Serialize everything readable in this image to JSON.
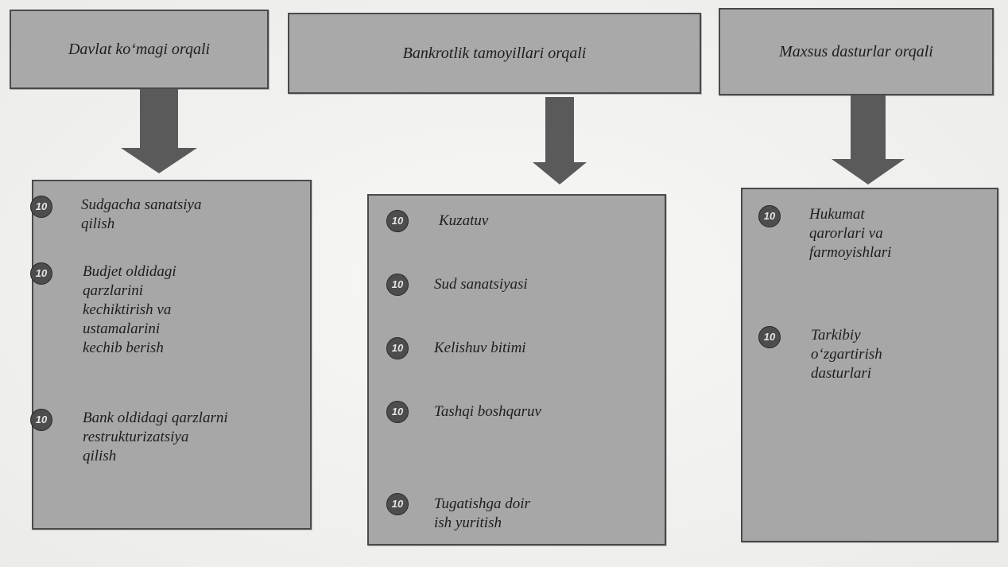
{
  "columns": [
    {
      "header": "Davlat ko‘magi orqali",
      "items": [
        {
          "bullet": "10",
          "text": "Sudgacha sanatsiya\nqilish"
        },
        {
          "bullet": "10",
          "text": "Budjet oldidagi\nqarzlarini\nkechiktirish va\nustamalarini\nkechib berish"
        },
        {
          "bullet": "10",
          "text": "Bank oldidagi qarzlarni\nrestrukturizatsiya\nqilish"
        }
      ]
    },
    {
      "header": "Bankrotlik tamoyillari orqali",
      "items": [
        {
          "bullet": "10",
          "text": "Kuzatuv"
        },
        {
          "bullet": "10",
          "text": "Sud sanatsiyasi"
        },
        {
          "bullet": "10",
          "text": "Kelishuv bitimi"
        },
        {
          "bullet": "10",
          "text": "Tashqi boshqaruv"
        },
        {
          "bullet": "10",
          "text": "Tugatishga doir\nish yuritish"
        }
      ]
    },
    {
      "header": "Maxsus dasturlar orqali",
      "items": [
        {
          "bullet": "10",
          "text": "Hukumat\nqarorlari va\nfarmoyishlari"
        },
        {
          "bullet": "10",
          "text": "Tarkibiy\no‘zgartirish\ndasturlari"
        }
      ]
    }
  ],
  "colors": {
    "box_fill": "#a9a9a9",
    "border": "#4a4a4a",
    "arrow": "#5a5a5a",
    "bullet": "#4d4d4d"
  }
}
